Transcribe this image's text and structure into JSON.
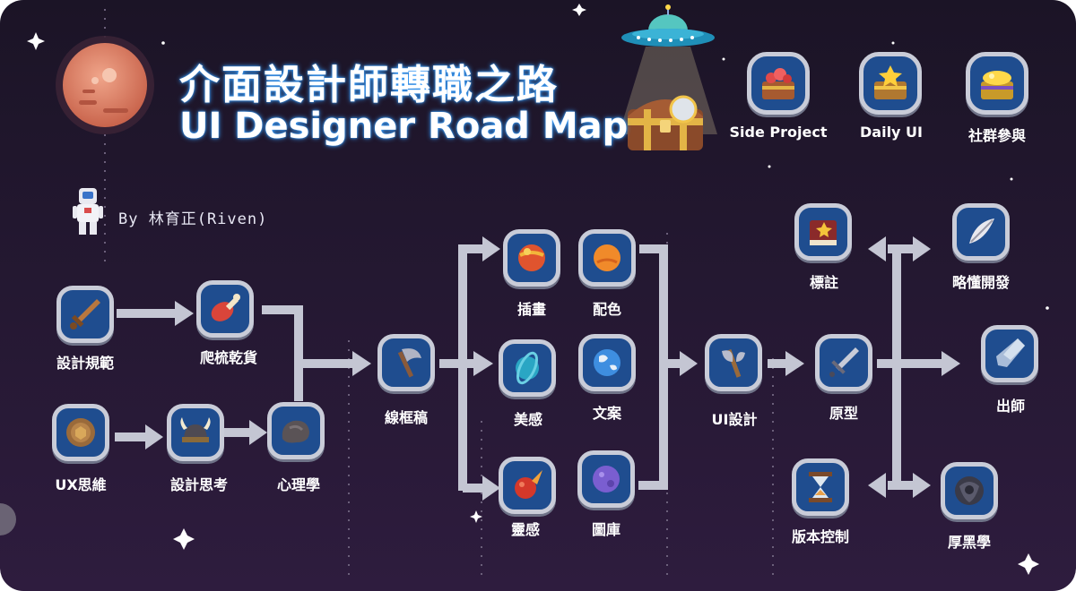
{
  "header": {
    "title_zh": "介面設計師轉職之路",
    "title_en": "UI Designer Road Map",
    "byline": "By 林育正(Riven)"
  },
  "rewards": [
    {
      "label": "Side Project",
      "icon": "treasure-chest-red-gems-icon"
    },
    {
      "label": "Daily UI",
      "icon": "treasure-chest-stars-icon"
    },
    {
      "label": "社群參與",
      "icon": "treasure-chest-gold-icon"
    }
  ],
  "nodes": {
    "design_spec": {
      "label": "設計規範",
      "icon": "wooden-sword-icon"
    },
    "crawl": {
      "label": "爬梳乾貨",
      "icon": "meat-icon"
    },
    "ux": {
      "label": "UX思維",
      "icon": "shield-icon"
    },
    "design_thinking": {
      "label": "設計思考",
      "icon": "viking-helmet-icon"
    },
    "psychology": {
      "label": "心理學",
      "icon": "rock-icon"
    },
    "wireframe": {
      "label": "線框稿",
      "icon": "axe-icon"
    },
    "illustration": {
      "label": "插畫",
      "icon": "planet-icon"
    },
    "color": {
      "label": "配色",
      "icon": "orange-planet-icon"
    },
    "aesthetic": {
      "label": "美感",
      "icon": "ringed-planet-icon"
    },
    "copywriting": {
      "label": "文案",
      "icon": "earth-icon"
    },
    "inspiration": {
      "label": "靈感",
      "icon": "meteor-icon"
    },
    "gallery": {
      "label": "圖庫",
      "icon": "purple-planet-icon"
    },
    "ui_design": {
      "label": "UI設計",
      "icon": "battle-axe-icon"
    },
    "prototype": {
      "label": "原型",
      "icon": "sword-icon"
    },
    "annotation": {
      "label": "標註",
      "icon": "book-icon"
    },
    "dev": {
      "label": "略懂開發",
      "icon": "feather-icon"
    },
    "graduate": {
      "label": "出師",
      "icon": "crystal-icon"
    },
    "version_control": {
      "label": "版本控制",
      "icon": "hourglass-icon"
    },
    "thick_black": {
      "label": "厚黑學",
      "icon": "dark-shield-icon"
    }
  },
  "colors": {
    "bg_top": "#1b1426",
    "bg_bottom": "#2e1c3e",
    "node": "#1f4d8f",
    "frame": "#c9ccd8",
    "arrow": "#c4c6d3"
  }
}
